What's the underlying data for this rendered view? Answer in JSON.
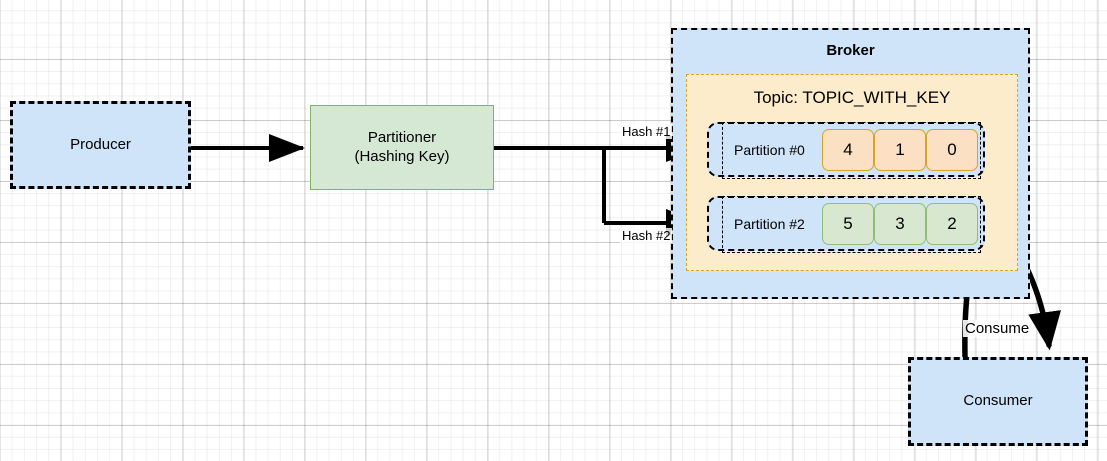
{
  "diagram": {
    "title": "Kafka keyed-message partitioning flow",
    "colors": {
      "blue_fill": "#cfe3f9",
      "green_fill": "#d5e8d4",
      "green_stroke": "#82b366",
      "orange_fill": "#fdeccb",
      "orange_stroke": "#d6a429",
      "cell_orange_fill": "#fbe0c4",
      "cell_green_fill": "#d8e8d0",
      "edge_stroke": "#000000"
    }
  },
  "nodes": {
    "producer": {
      "label": "Producer"
    },
    "partitioner": {
      "line1": "Partitioner",
      "line2": "(Hashing Key)"
    },
    "broker": {
      "label": "Broker"
    },
    "topic": {
      "label": "Topic: TOPIC_WITH_KEY"
    },
    "consumer": {
      "label": "Consumer"
    }
  },
  "partitions": [
    {
      "label": "Partition #0",
      "color": "orange",
      "messages": [
        "4",
        "1",
        "0"
      ]
    },
    {
      "label": "Partition #2",
      "color": "green",
      "messages": [
        "5",
        "3",
        "2"
      ]
    }
  ],
  "edges": {
    "hash1": "Hash #1",
    "hash2": "Hash #2",
    "consume": "Consume"
  }
}
